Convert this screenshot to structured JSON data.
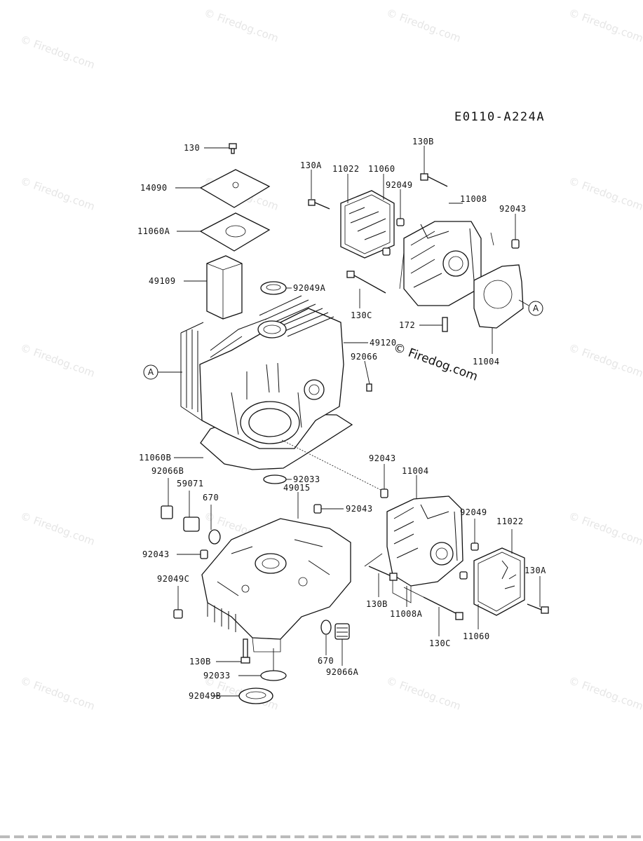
{
  "diagram_code": "E0110-A224A",
  "watermark_text": "© Firedog.com",
  "center_watermark": "© Firedog.com",
  "circle_tags": [
    "A",
    "A"
  ],
  "labels": {
    "l130_top": "130",
    "l14090": "14090",
    "l11060A": "11060A",
    "l49109": "49109",
    "l92049A": "92049A",
    "l130A_top": "130A",
    "l11022_top": "11022",
    "l11060_top": "11060",
    "l130B_top": "130B",
    "l92049_top": "92049",
    "l11008": "11008",
    "l92043_tr": "92043",
    "l130C_top": "130C",
    "l172": "172",
    "l11004_top": "11004",
    "l49120": "49120",
    "l92066": "92066",
    "l11060B": "11060B",
    "l92066B": "92066B",
    "l59071": "59071",
    "l670_left": "670",
    "l92033_mid": "92033",
    "l49015": "49015",
    "l92043_mid": "92043",
    "l92043_mid2": "92043",
    "l11004_mid": "11004",
    "l92043_left": "92043",
    "l92049C": "92049C",
    "l92049_mid": "92049",
    "l11022_mid": "11022",
    "l130A_mid": "130A",
    "l130B_mid": "130B",
    "l11008A": "11008A",
    "l130C_mid": "130C",
    "l11060_mid": "11060",
    "l130B_bot": "130B",
    "l670_bot": "670",
    "l92066A": "92066A",
    "l92033_bot": "92033",
    "l92049B": "92049B"
  }
}
